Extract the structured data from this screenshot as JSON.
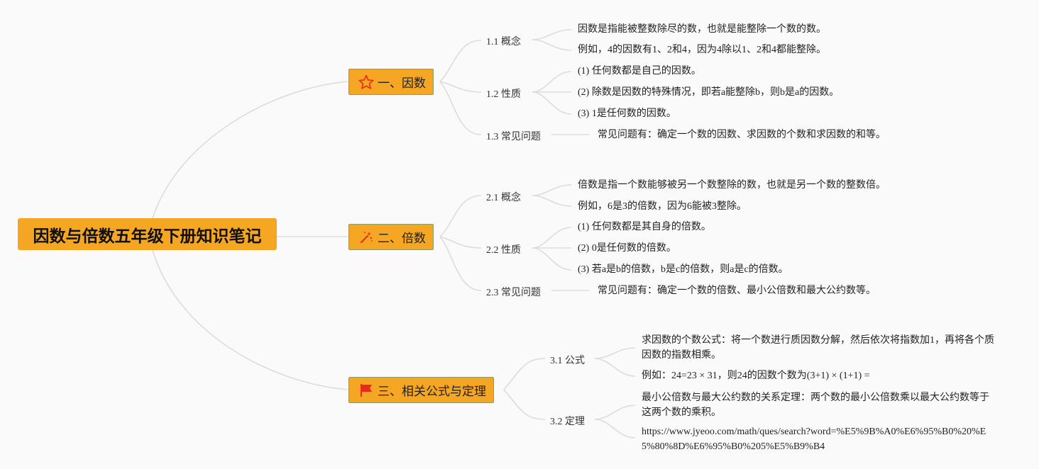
{
  "root": {
    "title": "因数与倍数五年级下册知识笔记"
  },
  "topics": [
    {
      "label": "一、因数",
      "icon": "star-icon",
      "subtopics": [
        {
          "label": "1.1 概念",
          "items": [
            "因数是指能被整数除尽的数，也就是能整除一个数的数。",
            "例如，4的因数有1、2和4，因为4除以1、2和4都能整除。"
          ]
        },
        {
          "label": "1.2 性质",
          "items": [
            "(1) 任何数都是自己的因数。",
            "(2) 除数是因数的特殊情况，即若a能整除b，则b是a的因数。",
            "(3) 1是任何数的因数。"
          ]
        },
        {
          "label": "1.3 常见问题",
          "items": [
            "常见问题有：确定一个数的因数、求因数的个数和求因数的和等。"
          ]
        }
      ]
    },
    {
      "label": "二、倍数",
      "icon": "magic-wand-icon",
      "subtopics": [
        {
          "label": "2.1 概念",
          "items": [
            "倍数是指一个数能够被另一个数整除的数，也就是另一个数的整数倍。",
            "例如，6是3的倍数，因为6能被3整除。"
          ]
        },
        {
          "label": "2.2 性质",
          "items": [
            "(1) 任何数都是其自身的倍数。",
            "(2) 0是任何数的倍数。",
            "(3) 若a是b的倍数，b是c的倍数，则a是c的倍数。"
          ]
        },
        {
          "label": "2.3 常见问题",
          "items": [
            "常见问题有：确定一个数的倍数、最小公倍数和最大公约数等。"
          ]
        }
      ]
    },
    {
      "label": "三、相关公式与定理",
      "icon": "flag-icon",
      "subtopics": [
        {
          "label": "3.1 公式",
          "items": [
            "求因数的个数公式：将一个数进行质因数分解，然后依次将指数加1，再将各个质因数的指数相乘。",
            "例如：24=23 × 31，则24的因数个数为(3+1) × (1+1) ="
          ]
        },
        {
          "label": "3.2 定理",
          "items": [
            "最小公倍数与最大公约数的关系定理：两个数的最小公倍数乘以最大公约数等于这两个数的乘积。",
            "https://www.jyeoo.com/math/ques/search?word=%E5%9B%A0%E6%95%B0%20%E5%80%8D%E6%95%B0%205%E5%B9%B4"
          ]
        }
      ]
    }
  ],
  "colors": {
    "topic_fill": "#f5a623",
    "line": "#d9d9d9",
    "icon_red": "#e8291c"
  }
}
